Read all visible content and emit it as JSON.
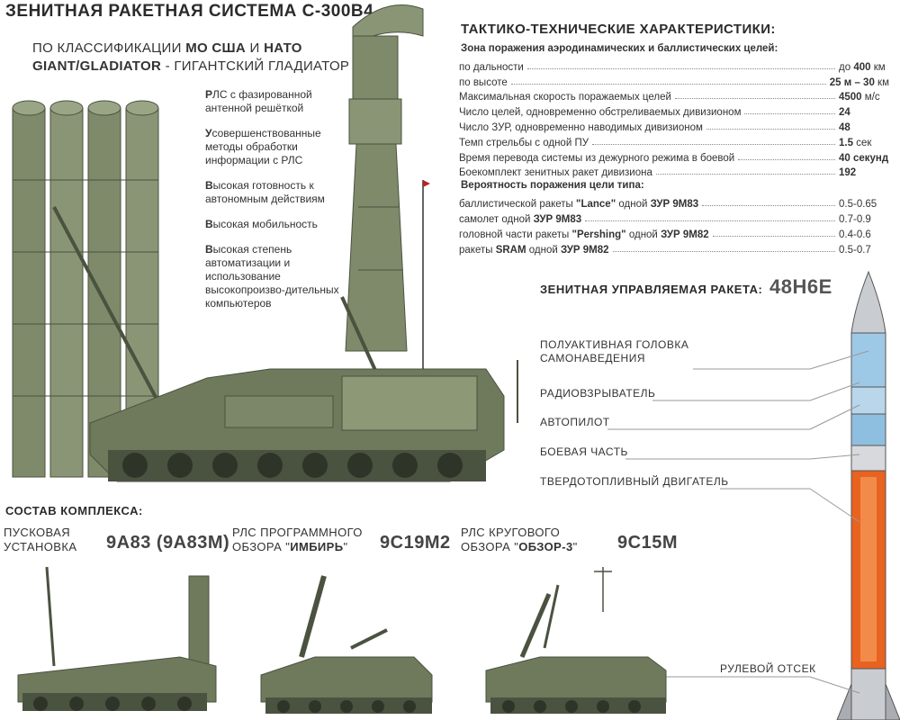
{
  "title": "ЗЕНИТНАЯ РАКЕТНАЯ СИСТЕМА С-300В4",
  "classification": {
    "prefix": "ПО КЛАССИФИКАЦИИ ",
    "org1": "МО США",
    "conj": " И ",
    "org2": "НАТО",
    "name": "GIANT/GLADIATOR",
    "suffix": " - ГИГАНТСКИЙ ГЛАДИАТОР"
  },
  "features": [
    {
      "first": "Р",
      "rest": "ЛС с фазированной антенной решёткой",
      "boldword": "РЛС"
    },
    {
      "first": "У",
      "rest": "совершенствованные методы обработки информации с РЛС"
    },
    {
      "first": "В",
      "rest": "ысокая готовность к автономным действиям"
    },
    {
      "first": "В",
      "rest": "ысокая мобильность"
    },
    {
      "first": "В",
      "rest": "ысокая степень автоматизации и использование высокопроизво-дительных компьютеров"
    }
  ],
  "tth": {
    "title": "ТАКТИКО-ТЕХНИЧЕСКИЕ ХАРАКТЕРИСТИКИ:",
    "zone_header": "Зона поражения аэродинамических и баллистических целей:",
    "rows": [
      {
        "label": "по дальности",
        "pre": "до ",
        "value": "400",
        "unit": " км"
      },
      {
        "label": "по высоте",
        "pre": "",
        "value": "25 м – 30",
        "unit": " км"
      },
      {
        "label": "Максимальная скорость поражаемых целей",
        "pre": "",
        "value": "4500",
        "unit": " м/с"
      },
      {
        "label": "Число целей, одновременно обстреливаемых дивизионом",
        "pre": "",
        "value": "24",
        "unit": ""
      },
      {
        "label": "Число ЗУР, одновременно наводимых дивизионом",
        "pre": "",
        "value": "48",
        "unit": ""
      },
      {
        "label": "Темп стрельбы с одной ПУ",
        "pre": "",
        "value": "1.5",
        "unit": " сек"
      },
      {
        "label": "Время перевода системы из дежурного режима в боевой",
        "pre": "",
        "value": "40 секунд",
        "unit": ""
      },
      {
        "label": "Боекомплект зенитных ракет дивизиона",
        "pre": "",
        "value": "192",
        "unit": ""
      }
    ],
    "prob_header": "Вероятность поражения цели типа:",
    "prob_rows": [
      {
        "a": "баллистической ракеты ",
        "b": "\"Lance\"",
        "c": " одной ",
        "d": "ЗУР 9М83",
        "value": "0.5-0.65"
      },
      {
        "a": "самолет одной ",
        "b": "ЗУР 9М83",
        "c": "",
        "d": "",
        "value": "0.7-0.9"
      },
      {
        "a": "головной части ракеты ",
        "b": "\"Pershing\"",
        "c": " одной ",
        "d": "ЗУР 9М82",
        "value": "0.4-0.6"
      },
      {
        "a": "ракеты ",
        "b": "SRAM",
        "c": " одной ",
        "d": "ЗУР 9М82",
        "value": "0.5-0.7"
      }
    ]
  },
  "missile": {
    "label": "ЗЕНИТНАЯ УПРАВЛЯЕМАЯ РАКЕТА:",
    "code": "48Н6Е",
    "parts": [
      {
        "text": "ПОЛУАКТИВНАЯ ГОЛОВКА САМОНАВЕДЕНИЯ"
      },
      {
        "text": "РАДИОВЗРЫВАТЕЛЬ"
      },
      {
        "text": "АВТОПИЛОТ"
      },
      {
        "text": "БОЕВАЯ ЧАСТЬ"
      },
      {
        "text": "ТВЕРДОТОПЛИВНЫЙ ДВИГАТЕЛЬ"
      },
      {
        "text": "РУЛЕВОЙ ОТСЕК"
      }
    ]
  },
  "composition": {
    "title": "СОСТАВ КОМПЛЕКСА:",
    "items": [
      {
        "line1": "ПУСКОВАЯ",
        "line2": "УСТАНОВКА",
        "code": "9А83 (9А83М)"
      },
      {
        "line1": "РЛС ПРОГРАММНОГО",
        "line2a": "ОБЗОРА \"",
        "line2b": "ИМБИРЬ",
        "line2c": "\"",
        "code": "9С19М2"
      },
      {
        "line1": "РЛС КРУГОВОГО",
        "line2a": "ОБЗОРА \"",
        "line2b": "ОБЗОР-3",
        "line2c": "\"",
        "code": "9С15М"
      }
    ]
  },
  "colors": {
    "vehicle_green": "#6f7a5c",
    "vehicle_dark": "#4a5240",
    "missile_orange": "#e8631f",
    "missile_blue": "#9ec9e6"
  }
}
